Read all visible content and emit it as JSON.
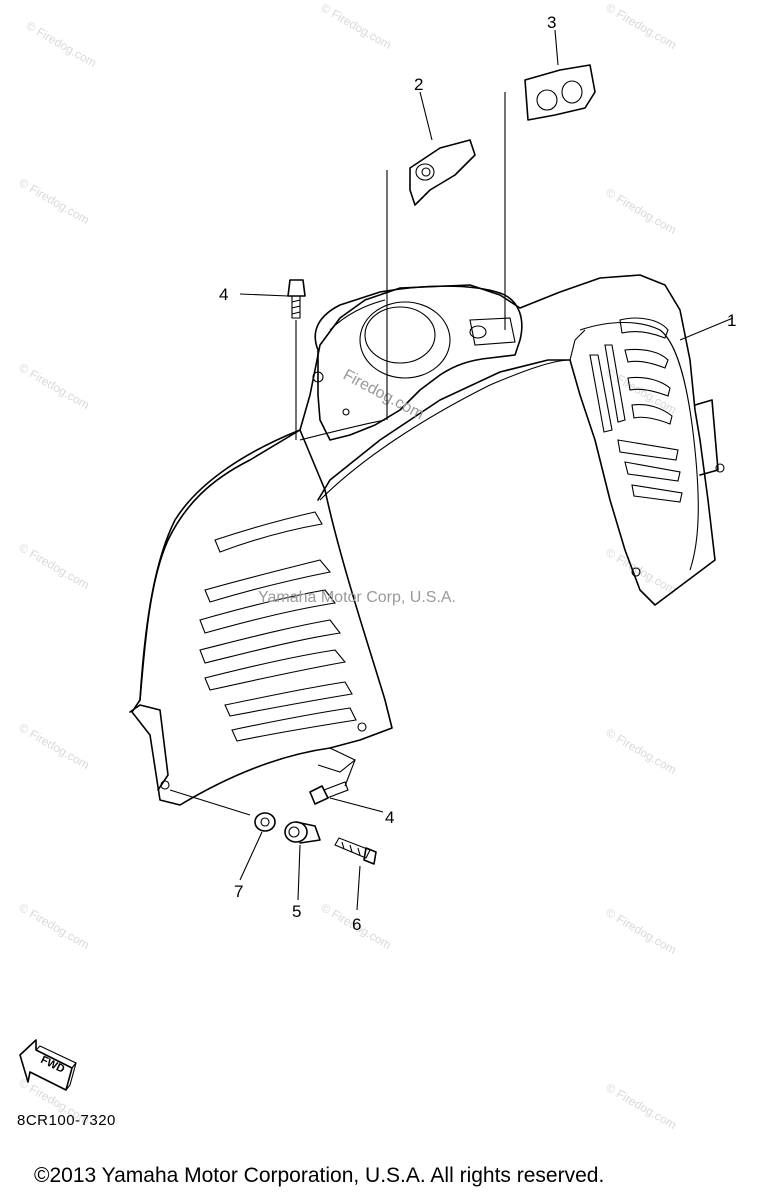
{
  "diagram": {
    "callouts": [
      {
        "id": "1",
        "label": "1"
      },
      {
        "id": "2",
        "label": "2"
      },
      {
        "id": "3",
        "label": "3"
      },
      {
        "id": "4a",
        "label": "4"
      },
      {
        "id": "4b",
        "label": "4"
      },
      {
        "id": "5",
        "label": "5"
      },
      {
        "id": "6",
        "label": "6"
      },
      {
        "id": "7",
        "label": "7"
      }
    ],
    "fwd_label": "FWD",
    "center_watermark": "Yamaha Motor Corp, U.S.A.",
    "part_watermark": "Firedog.com",
    "diagram_code": "8CR100-7320"
  },
  "watermark": {
    "text": "© Firedog.com"
  },
  "footer": {
    "copyright": "©2013 Yamaha Motor Corporation, U.S.A. All rights reserved."
  }
}
